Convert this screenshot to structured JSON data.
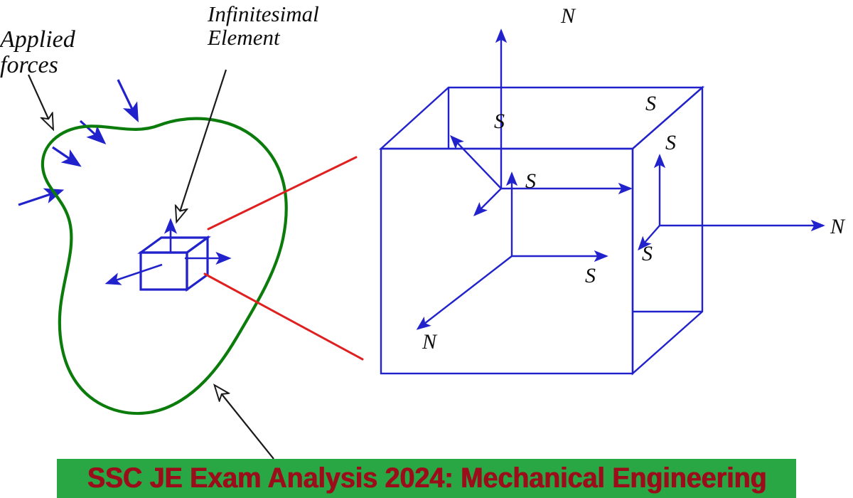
{
  "figure": {
    "type": "engineering-diagram",
    "title_banner": "SSC JE Exam Analysis 2024: Mechanical Engineering",
    "background_color": "#ffffff"
  },
  "annotations": {
    "applied_forces": "Applied\nforces",
    "infinitesimal_element": "Infinitesimal\nElement"
  },
  "colors": {
    "body_outline": "#0b7c0b",
    "stress_blue": "#2222cc",
    "pointer_black": "#1a1a1a",
    "zoom_line_red": "#e02020",
    "banner_green": "#2aa745",
    "banner_red_text": "#9c0d1b"
  },
  "body_diagram": {
    "shape_name": "irregular-body-outline",
    "applied_force_arrows": 4,
    "element_cube_arrows": [
      "up",
      "right",
      "down-left"
    ]
  },
  "stress_cube": {
    "faces": [
      {
        "face": "top",
        "components": [
          {
            "symbol": "N",
            "direction": "up"
          },
          {
            "symbol": "S",
            "direction": "right"
          },
          {
            "symbol": "S",
            "direction": "down-left"
          }
        ]
      },
      {
        "face": "front",
        "components": [
          {
            "symbol": "S",
            "direction": "up"
          },
          {
            "symbol": "S",
            "direction": "right"
          },
          {
            "symbol": "N",
            "direction": "down-left"
          }
        ]
      },
      {
        "face": "right",
        "components": [
          {
            "symbol": "S",
            "direction": "up"
          },
          {
            "symbol": "N",
            "direction": "right"
          },
          {
            "symbol": "S",
            "direction": "down-left"
          }
        ]
      }
    ],
    "labels": {
      "top_n": "N",
      "top_s_right": "S",
      "top_s_left": "S",
      "front_s_up": "S",
      "front_s_right": "S",
      "front_n": "N",
      "right_s_up": "S",
      "right_s_down": "S",
      "right_n": "N"
    }
  }
}
